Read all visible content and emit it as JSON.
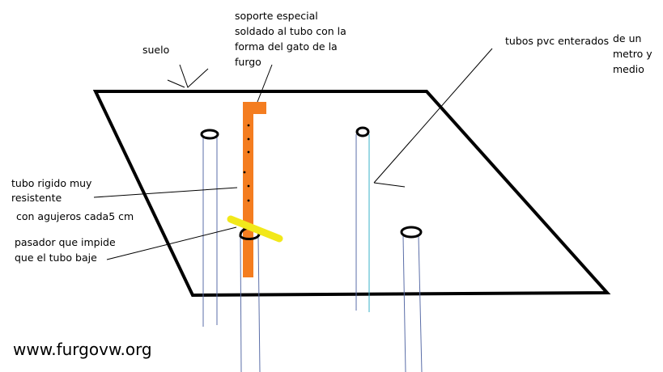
{
  "colors": {
    "background": "#ffffff",
    "outline": "#000000",
    "tube_line": "#5b6ea8",
    "tube_line_cyan": "#3ab0c8",
    "support": "#f47d20",
    "pin": "#f2e81a"
  },
  "labels": {
    "suelo": "suelo",
    "soporte": [
      "soporte especial",
      "soldado al tubo con la",
      "forma del gato de la",
      "furgo"
    ],
    "tubos_pvc": "tubos pvc enterados",
    "tubos_len": [
      "de un",
      "metro y",
      "medio"
    ],
    "tubo_rigido": [
      "tubo rigido muy",
      "resistente"
    ],
    "agujeros": "con agujeros cada5 cm",
    "pasador": [
      "pasador que impide",
      "que el tubo baje"
    ]
  },
  "watermark": "www.furgovw.org"
}
